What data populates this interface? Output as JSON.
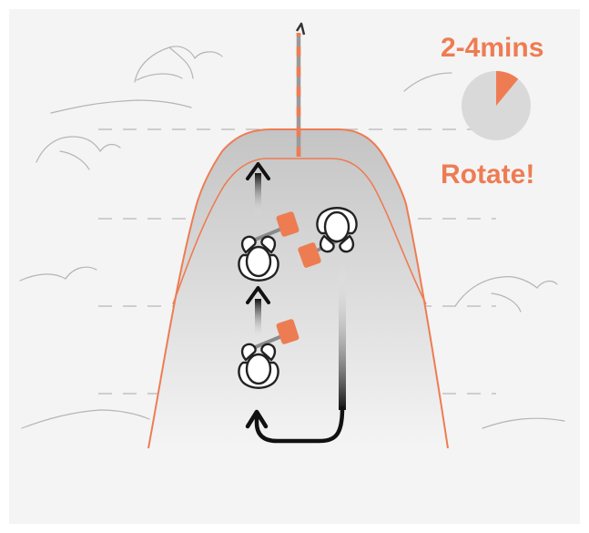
{
  "timer": {
    "label": "2-4mins",
    "fraction": 0.11,
    "icon": "timer-pie-icon"
  },
  "action": {
    "label": "Rotate!"
  },
  "colors": {
    "accent": "#ee7c53",
    "background": "#f4f4f4",
    "pie": "#d9d9d9",
    "dash": "#c2c2c2",
    "arrow": "#111111"
  },
  "figures": [
    {
      "name": "skier-top",
      "role": "pulling",
      "icon": "person-topview-icon"
    },
    {
      "name": "skier-bottom",
      "role": "pulling",
      "icon": "person-topview-icon"
    },
    {
      "name": "skier-rotating",
      "role": "returning",
      "icon": "person-topview-icon"
    }
  ]
}
